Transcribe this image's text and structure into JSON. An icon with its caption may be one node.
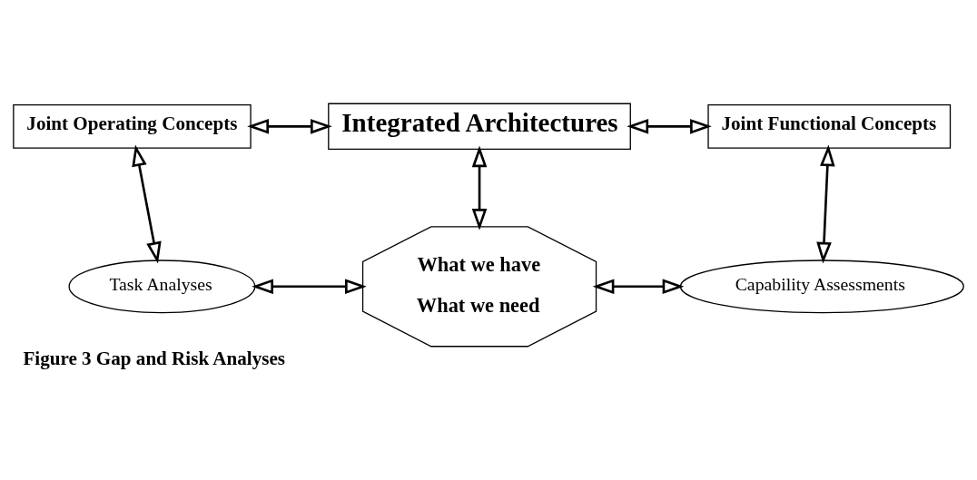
{
  "diagram": {
    "caption": "Figure 3 Gap and Risk Analyses",
    "nodes": [
      {
        "text": [
          "Joint Operating Concepts"
        ]
      },
      {
        "text": [
          "Integrated Architectures"
        ]
      },
      {
        "text": [
          "Joint Functional Concepts"
        ]
      },
      {
        "text": [
          "Task Analyses"
        ]
      },
      {
        "text": [
          "What we have",
          "What we need"
        ]
      },
      {
        "text": [
          "Capability Assessments"
        ]
      }
    ],
    "edges": [
      {
        "from": 0,
        "to": 1,
        "arrow": "both"
      },
      {
        "from": 1,
        "to": 2,
        "arrow": "both"
      },
      {
        "from": 0,
        "to": 3,
        "arrow": "both"
      },
      {
        "from": 1,
        "to": 4,
        "arrow": "both"
      },
      {
        "from": 2,
        "to": 5,
        "arrow": "both"
      },
      {
        "from": 3,
        "to": 4,
        "arrow": "both"
      },
      {
        "from": 4,
        "to": 5,
        "arrow": "both"
      }
    ]
  }
}
